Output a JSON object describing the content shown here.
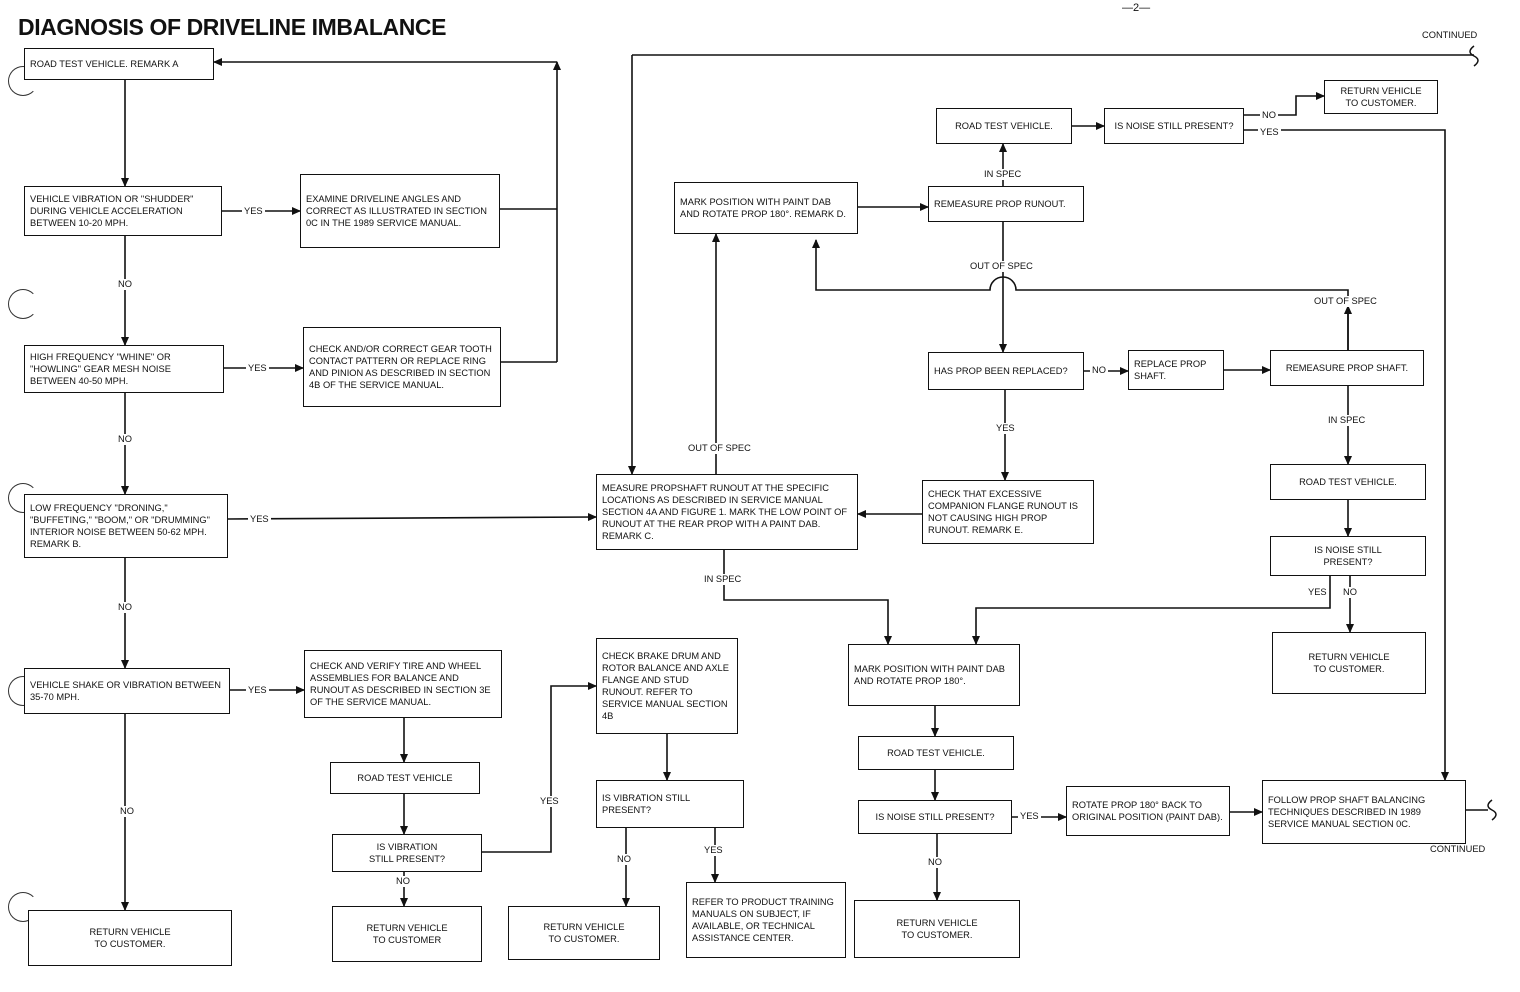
{
  "title": "DIAGNOSIS OF DRIVELINE IMBALANCE",
  "page_number": "—2—",
  "continued_label": "CONTINUED",
  "boxes": {
    "road_test_a": "ROAD TEST VEHICLE. REMARK A",
    "vib_shudder": "VEHICLE VIBRATION OR \"SHUDDER\" DURING VEHICLE ACCELERATION BETWEEN 10-20 MPH.",
    "examine_angles": "EXAMINE DRIVELINE ANGLES AND CORRECT AS ILLUSTRATED IN SECTION 0C IN THE 1989 SERVICE MANUAL.",
    "high_freq": "HIGH FREQUENCY \"WHINE\" OR \"HOWLING\" GEAR MESH NOISE BETWEEN 40-50 MPH.",
    "check_gear": "CHECK AND/OR CORRECT GEAR TOOTH CONTACT PATTERN OR REPLACE RING AND PINION AS DESCRIBED IN SECTION 4B OF THE SERVICE MANUAL.",
    "low_freq": "LOW FREQUENCY \"DRONING,\" \"BUFFETING,\" \"BOOM,\" OR \"DRUMMING\" INTERIOR NOISE BETWEEN 50-62 MPH. REMARK B.",
    "shake": "VEHICLE SHAKE OR VIBRATION BETWEEN 35-70 MPH.",
    "return_left": "RETURN VEHICLE\nTO CUSTOMER.",
    "check_tires": "CHECK AND VERIFY TIRE AND WHEEL ASSEMBLIES FOR BALANCE AND RUNOUT AS DESCRIBED IN SECTION 3E OF THE SERVICE MANUAL.",
    "road_test_2": "ROAD TEST VEHICLE",
    "is_vibration": "IS VIBRATION\nSTILL PRESENT?",
    "return_2": "RETURN VEHICLE\nTO CUSTOMER",
    "check_brake": "CHECK BRAKE DRUM AND ROTOR BALANCE AND AXLE FLANGE AND STUD RUNOUT. REFER TO SERVICE MANUAL SECTION 4B",
    "is_vibration_2": "IS VIBRATION STILL PRESENT?",
    "return_3": "RETURN VEHICLE\nTO CUSTOMER.",
    "refer_training": "REFER TO PRODUCT TRAINING MANUALS ON SUBJECT, IF AVAILABLE, OR TECHNICAL ASSISTANCE CENTER.",
    "measure_runout": "MEASURE PROPSHAFT RUNOUT AT THE SPECIFIC LOCATIONS AS DESCRIBED IN SERVICE MANUAL SECTION 4A AND FIGURE 1. MARK THE LOW POINT OF RUNOUT AT THE REAR PROP WITH A PAINT DAB. REMARK C.",
    "mark_position_top": "MARK POSITION WITH PAINT DAB AND ROTATE PROP 180°. REMARK D.",
    "remeasure_runout": "REMEASURE PROP RUNOUT.",
    "road_test_top": "ROAD TEST VEHICLE.",
    "is_noise_top": "IS NOISE STILL PRESENT?",
    "return_top": "RETURN VEHICLE\nTO CUSTOMER.",
    "has_prop": "HAS PROP BEEN REPLACED?",
    "replace_prop": "REPLACE PROP SHAFT.",
    "remeasure_shaft": "REMEASURE PROP SHAFT.",
    "check_companion": "CHECK THAT EXCESSIVE COMPANION FLANGE RUNOUT IS NOT CAUSING HIGH PROP RUNOUT. REMARK E.",
    "road_test_right": "ROAD TEST VEHICLE.",
    "is_noise_right": "IS NOISE STILL\nPRESENT?",
    "return_right": "RETURN VEHICLE\nTO CUSTOMER.",
    "mark_position_mid": "MARK POSITION WITH PAINT DAB AND ROTATE PROP 180°.",
    "road_test_mid": "ROAD TEST VEHICLE.",
    "is_noise_mid": "IS NOISE STILL PRESENT?",
    "return_mid": "RETURN VEHICLE\nTO CUSTOMER.",
    "rotate_back": "ROTATE PROP 180° BACK TO ORIGINAL POSITION (PAINT DAB).",
    "follow_balancing": "FOLLOW PROP SHAFT BALANCING TECHNIQUES DESCRIBED IN 1989 SERVICE MANUAL SECTION 0C."
  },
  "labels": {
    "yes": "YES",
    "no": "NO",
    "in_spec": "IN SPEC",
    "out_of_spec": "OUT OF SPEC"
  }
}
